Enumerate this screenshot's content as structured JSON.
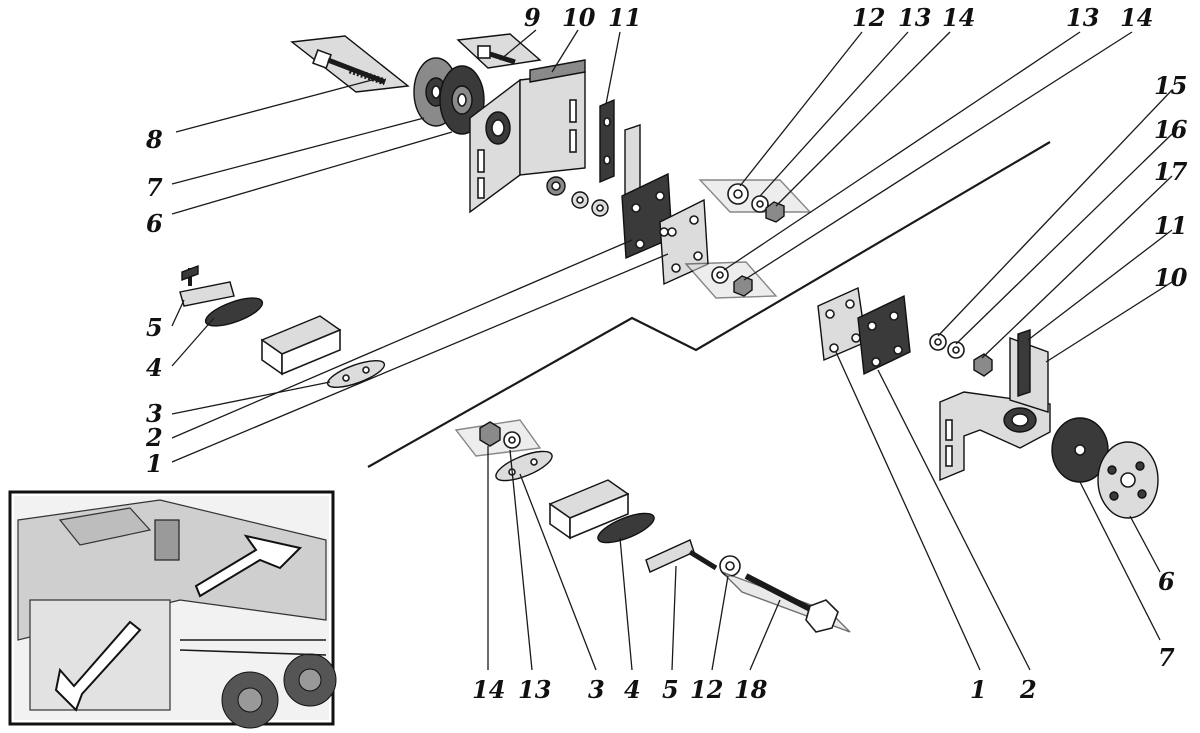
{
  "labels": {
    "l8": "8",
    "l7a": "7",
    "l6a": "6",
    "l9": "9",
    "l10a": "10",
    "l11a": "11",
    "l12a": "12",
    "l13a": "13",
    "l14a": "14",
    "l13b": "13",
    "l14b": "14",
    "l15": "15",
    "l16": "16",
    "l17": "17",
    "l11b": "11",
    "l10b": "10",
    "l5a": "5",
    "l4a": "4",
    "l3a": "3",
    "l2a": "2",
    "l1a": "1",
    "l14c": "14",
    "l13c": "13",
    "l3b": "3",
    "l4b": "4",
    "l5b": "5",
    "l12b": "12",
    "l18": "18",
    "l1b": "1",
    "l2b": "2",
    "l6b": "6",
    "l7b": "7"
  },
  "icons": {
    "bolt": "bolt-icon",
    "nut": "nut-icon",
    "washer": "washer-icon",
    "bracket": "bracket-icon",
    "damper": "damper-icon",
    "pad": "pad-icon"
  }
}
